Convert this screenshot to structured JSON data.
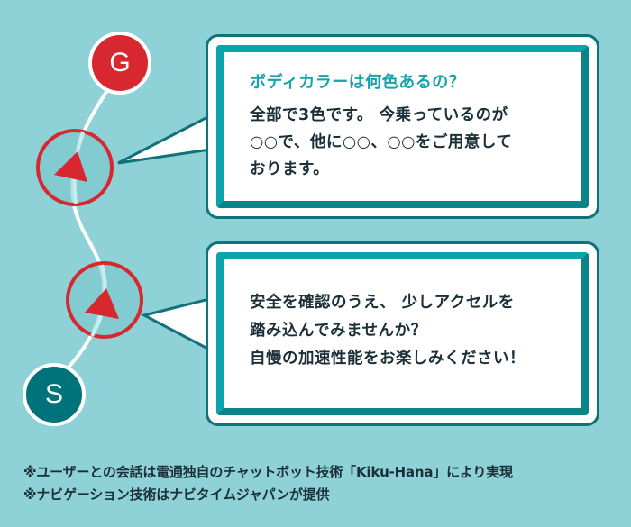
{
  "colors": {
    "background": "#8ed1d6",
    "bubble_outer_border": "#11737a",
    "bubble_frame": "#0aa5ab",
    "question_text": "#17a3a8",
    "body_text": "#1b2f38",
    "goal_marker": "#d7282f",
    "start_marker": "#00737a",
    "position_marker": "#d7282f"
  },
  "route": {
    "goal_marker": {
      "label": "G",
      "icon": "goal-pin-icon"
    },
    "start_marker": {
      "label": "S",
      "icon": "start-pin-icon"
    },
    "position_markers": [
      {
        "icon": "direction-arrow-icon"
      },
      {
        "icon": "direction-arrow-icon"
      }
    ]
  },
  "bubbles": [
    {
      "question": "ボディカラーは何色あるの？",
      "answer_lines": [
        "全部で3色です。 今乗っているのが",
        "○○で、他に○○、○○をご用意して",
        "おります。"
      ]
    },
    {
      "question": "",
      "answer_lines": [
        "安全を確認のうえ、 少しアクセルを",
        "踏み込んでみませんか？",
        "自慢の加速性能をお楽しみください！"
      ]
    }
  ],
  "footnotes": [
    "※ユーザーとの会話は電通独自のチャットボット技術「Kiku-Hana」により実現",
    "※ナビゲーション技術はナビタイムジャパンが提供"
  ]
}
